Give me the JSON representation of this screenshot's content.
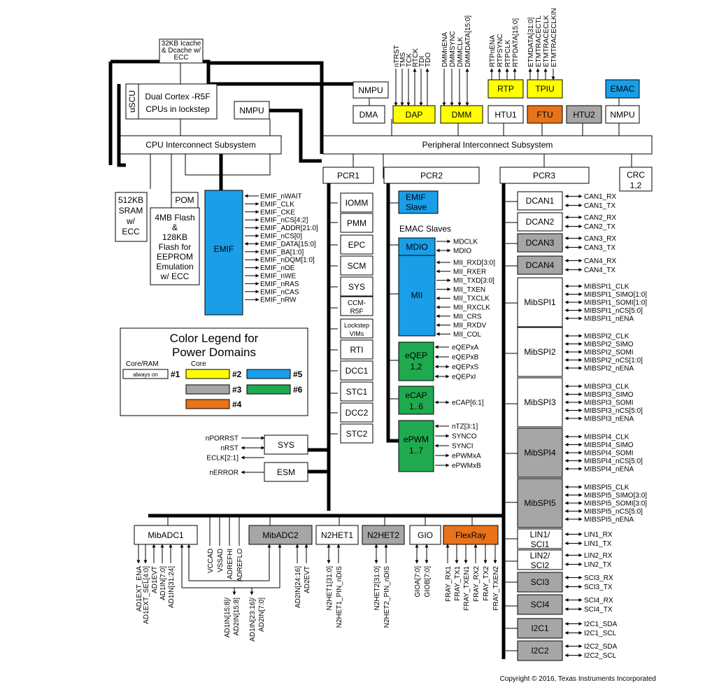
{
  "colors": {
    "core_ram": "#ffffff",
    "core": "#ffffff",
    "d2": "#ffff00",
    "d3": "#a6a6a6",
    "d4": "#e8731a",
    "d5": "#1a9ee8",
    "d6": "#1faa4f"
  },
  "top": {
    "cache": "32KB Icache & Dcache w/ ECC",
    "uscu": "uSCU",
    "cpu": [
      "Dual Cortex -R5F",
      "CPUs in lockstep"
    ],
    "nmpu_cpu": "NMPU",
    "nmpu_dma": "NMPU",
    "dma": "DMA",
    "dap": "DAP",
    "dmm": "DMM",
    "rtp": "RTP",
    "tpiu": "TPIU",
    "htu1": "HTU1",
    "ftu": "FTU",
    "htu2": "HTU2",
    "emac": "EMAC",
    "nmpu_emac": "NMPU",
    "cpu_interconnect": "CPU Interconnect Subsystem",
    "periph_interconnect": "Peripheral Interconnect Subsystem",
    "dap_signals": [
      "nTRST",
      "TMS",
      "TCK",
      "RTCK",
      "TDI",
      "TDO"
    ],
    "dmm_signals": [
      "DMMnENA",
      "DMMSYNC",
      "DMMCLK",
      "DMMDATA[15:0]"
    ],
    "rtp_signals": [
      "RTPnENA",
      "RTPSYNC",
      "RTPCLK",
      "RTPDATA[15:0]"
    ],
    "tpiu_signals": [
      "ETMDATA[31:0]",
      "ETMTRACECTL",
      "ETMTRACECLK",
      "ETMTRACECLKIN"
    ]
  },
  "memory": {
    "sram": [
      "512KB",
      "SRAM",
      "w/",
      "ECC"
    ],
    "pom": "POM",
    "flash": [
      "4MB Flash",
      "&",
      "128KB",
      "Flash for",
      "EEPROM",
      "Emulation",
      "w/ ECC"
    ],
    "emif": "EMIF",
    "emif_signals": [
      "EMIF_nWAIT",
      "EMIF_CLK",
      "EMIF_CKE",
      "EMIF_nCS[4:2]",
      "EMIF_ADDR[21:0]",
      "EMIF_nCS[0]",
      "EMIF_DATA[15:0]",
      "EMIF_BA[1:0]",
      "EMIF_nDQM[1:0]",
      "EMIF_nOE",
      "EMIF_nWE",
      "EMIF_nRAS",
      "EMIF_nCAS",
      "EMIF_nRW"
    ]
  },
  "legend": {
    "title": [
      "Color Legend for",
      "Power Domains"
    ],
    "core_ram": "Core/RAM",
    "core": "Core",
    "always_on": "always on",
    "n1": "#1",
    "n2": "#2",
    "n3": "#3",
    "n4": "#4",
    "n5": "#5",
    "n6": "#6"
  },
  "pcr1": {
    "title": "PCR1",
    "blocks": [
      "IOMM",
      "PMM",
      "EPC",
      "SCM",
      "SYS",
      "CCM-R5F",
      "Lockstep VIMs",
      "RTI",
      "DCC1",
      "STC1",
      "DCC2",
      "STC2"
    ],
    "sys": "SYS",
    "esm": "ESM",
    "sys_signals": [
      "nPORRST",
      "nRST",
      "ECLK[2:1]"
    ],
    "esm_signal": "nERROR"
  },
  "pcr2": {
    "title": "PCR2",
    "emif_slave": [
      "EMIF",
      "Slave"
    ],
    "emac_slaves": "EMAC Slaves",
    "mdio": "MDIO",
    "mdio_signals": [
      "MDCLK",
      "MDIO"
    ],
    "mii": "MII",
    "mii_signals": [
      "MII_RXD[3:0]",
      "MII_RXER",
      "MII_TXD[3:0]",
      "MII_TXEN",
      "MII_TXCLK",
      "MII_RXCLK",
      "MII_CRS",
      "MII_RXDV",
      "MII_COL"
    ],
    "eqep": [
      "eQEP",
      "1,2"
    ],
    "eqep_signals": [
      "eQEPxA",
      "eQEPxB",
      "eQEPxS",
      "eQEPxI"
    ],
    "ecap": [
      "eCAP",
      "1..6"
    ],
    "ecap_signals": [
      "eCAP[6:1]"
    ],
    "epwm": [
      "ePWM",
      "1..7"
    ],
    "epwm_signals": [
      "nTZ[3:1]",
      "SYNCO",
      "SYNCI",
      "ePWMxA",
      "ePWMxB"
    ]
  },
  "pcr3": {
    "title": "PCR3",
    "crc": [
      "CRC",
      "1,2"
    ],
    "blocks": [
      {
        "label": [
          "DCAN1"
        ],
        "signals": [
          "CAN1_RX",
          "CAN1_TX"
        ],
        "gray": false
      },
      {
        "label": [
          "DCAN2"
        ],
        "signals": [
          "CAN2_RX",
          "CAN2_TX"
        ],
        "gray": false
      },
      {
        "label": [
          "DCAN3"
        ],
        "signals": [
          "CAN3_RX",
          "CAN3_TX"
        ],
        "gray": true
      },
      {
        "label": [
          "DCAN4"
        ],
        "signals": [
          "CAN4_RX",
          "CAN4_TX"
        ],
        "gray": true
      },
      {
        "label": [
          "MibSPI1"
        ],
        "signals": [
          "MIBSPI1_CLK",
          "MIBSPI1_SIMO[1:0]",
          "MIBSPI1_SOMI[1:0]",
          "MIBSPI1_nCS[5:0]",
          "MIBSPI1_nENA"
        ],
        "gray": false
      },
      {
        "label": [
          "MibSPI2"
        ],
        "signals": [
          "MIBSPI2_CLK",
          "MIBSPI2_SIMO",
          "MIBSPI2_SOMI",
          "MIBSPI2_nCS[1:0]",
          "MIBSPI2_nENA"
        ],
        "gray": false
      },
      {
        "label": [
          "MibSPI3"
        ],
        "signals": [
          "MIBSPI3_CLK",
          "MIBSPI3_SIMO",
          "MIBSPI3_SOMI",
          "MIBSPI3_nCS[5:0]",
          "MIBSPI3_nENA"
        ],
        "gray": false
      },
      {
        "label": [
          "MibSPI4"
        ],
        "signals": [
          "MIBSPI4_CLK",
          "MIBSPI4_SIMO",
          "MIBSPI4_SOMI",
          "MIBSPI4_nCS[5:0]",
          "MIBSPI4_nENA"
        ],
        "gray": true
      },
      {
        "label": [
          "MibSPI5"
        ],
        "signals": [
          "MIBSPI5_CLK",
          "MIBSPI5_SIMO[3:0]",
          "MIBSPI5_SOMI[3:0]",
          "MIBSPI5_nCS[5:0]",
          "MIBSPI5_nENA"
        ],
        "gray": true
      },
      {
        "label": [
          "LIN1/",
          "SCI1"
        ],
        "signals": [
          "LIN1_RX",
          "LIN1_TX"
        ],
        "gray": false
      },
      {
        "label": [
          "LIN2/",
          "SCI2"
        ],
        "signals": [
          "LIN2_RX",
          "LIN2_TX"
        ],
        "gray": false
      },
      {
        "label": [
          "SCI3"
        ],
        "signals": [
          "SCI3_RX",
          "SCI3_TX"
        ],
        "gray": true
      },
      {
        "label": [
          "SCI4"
        ],
        "signals": [
          "SCI4_RX",
          "SCI4_TX"
        ],
        "gray": true
      },
      {
        "label": [
          "I2C1"
        ],
        "signals": [
          "I2C1_SDA",
          "I2C1_SCL"
        ],
        "gray": true
      },
      {
        "label": [
          "I2C2"
        ],
        "signals": [
          "I2C2_SDA",
          "I2C2_SCL"
        ],
        "gray": true
      }
    ]
  },
  "bottom": {
    "mibadc1": "MibADC1",
    "mibadc2": "MibADC2",
    "n2het1": "N2HET1",
    "n2het2": "N2HET2",
    "gio": "GIO",
    "flexray": "FlexRay",
    "adc1_signals": [
      "AD1EXT_ENA",
      "AD1EXT_SEL[4:0]",
      "AD1EVT",
      "AD1IN[7:0]",
      "AD1IN[31:24]"
    ],
    "ref_signals": [
      "VCCAD",
      "VSSAD",
      "ADREFHI",
      "ADREFLO"
    ],
    "shared_signals": [
      "AD1IN[15:8]/",
      "AD2IN[15:8]",
      "AD1IN[23:16]/",
      "AD2IN[7:0]"
    ],
    "adc2_signals": [
      "AD2IN[24:16]",
      "AD2EVT"
    ],
    "het1_signals": [
      "N2HET1[31:0]",
      "N2HET1_PIN_nDIS"
    ],
    "het2_signals": [
      "N2HET2[31:0]",
      "N2HET2_PIN_nDIS"
    ],
    "gio_signals": [
      "GIOA[7:0]",
      "GIOB[7:0]"
    ],
    "flexray_signals": [
      "FRAY_RX1",
      "FRAY_TX1",
      "FRAY_TXEN1",
      "FRAY_RX2",
      "FRAY_TX2",
      "FRAY_TXEN2"
    ]
  },
  "copyright": "Copyright © 2016, Texas Instruments Incorporated"
}
